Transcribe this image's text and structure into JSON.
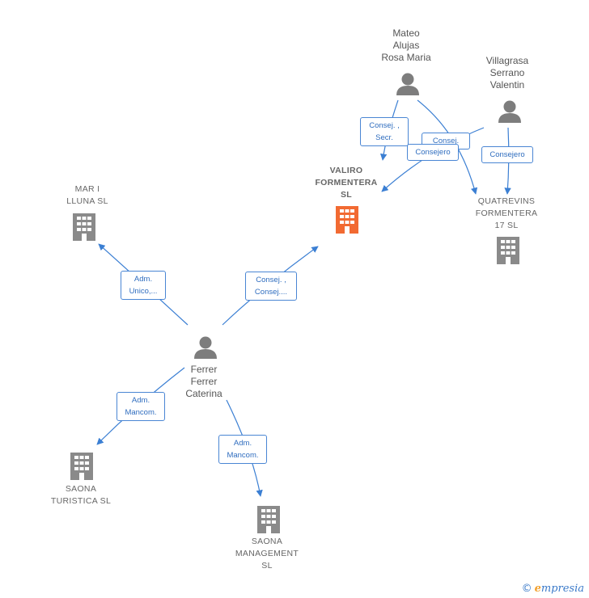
{
  "colors": {
    "edge": "#3b7fd3",
    "company": "#8a8a8a",
    "focus_company": "#f26a32",
    "person": "#7d7d7d"
  },
  "companies": {
    "valiro": {
      "label": "VALIRO\nFORMENTERA\nSL",
      "icon": "building-icon"
    },
    "mari": {
      "label": "MAR I\nLLUNA  SL",
      "icon": "building-icon"
    },
    "quatrevins": {
      "label": "QUATREVINS\nFORMENTERA\n17  SL",
      "icon": "building-icon"
    },
    "saona_turistica": {
      "label": "SAONA\nTURISTICA  SL",
      "icon": "building-icon"
    },
    "saona_management": {
      "label": "SAONA\nMANAGEMENT\nSL",
      "icon": "building-icon"
    }
  },
  "persons": {
    "mateo": {
      "label": "Mateo\nAlujas\nRosa Maria",
      "icon": "person-icon"
    },
    "villagrasa": {
      "label": "Villagrasa\nSerrano\nValentin",
      "icon": "person-icon"
    },
    "ferrer": {
      "label": "Ferrer\nFerrer\nCaterina",
      "icon": "person-icon"
    }
  },
  "edge_labels": {
    "mateo_valiro": "Consej. ,\nSecr.",
    "mateo_quatrevins": "Consej.",
    "villagrasa_valiro": "Consejero",
    "villagrasa_quatrevins": "Consejero",
    "ferrer_mari": "Adm.\nUnico,...",
    "ferrer_valiro": "Consej. ,\nConsej....",
    "ferrer_saona_turistica": "Adm.\nMancom.",
    "ferrer_saona_management": "Adm.\nMancom."
  },
  "footer": {
    "copyright": "©",
    "brand_first": "e",
    "brand_rest": "mpresia"
  }
}
